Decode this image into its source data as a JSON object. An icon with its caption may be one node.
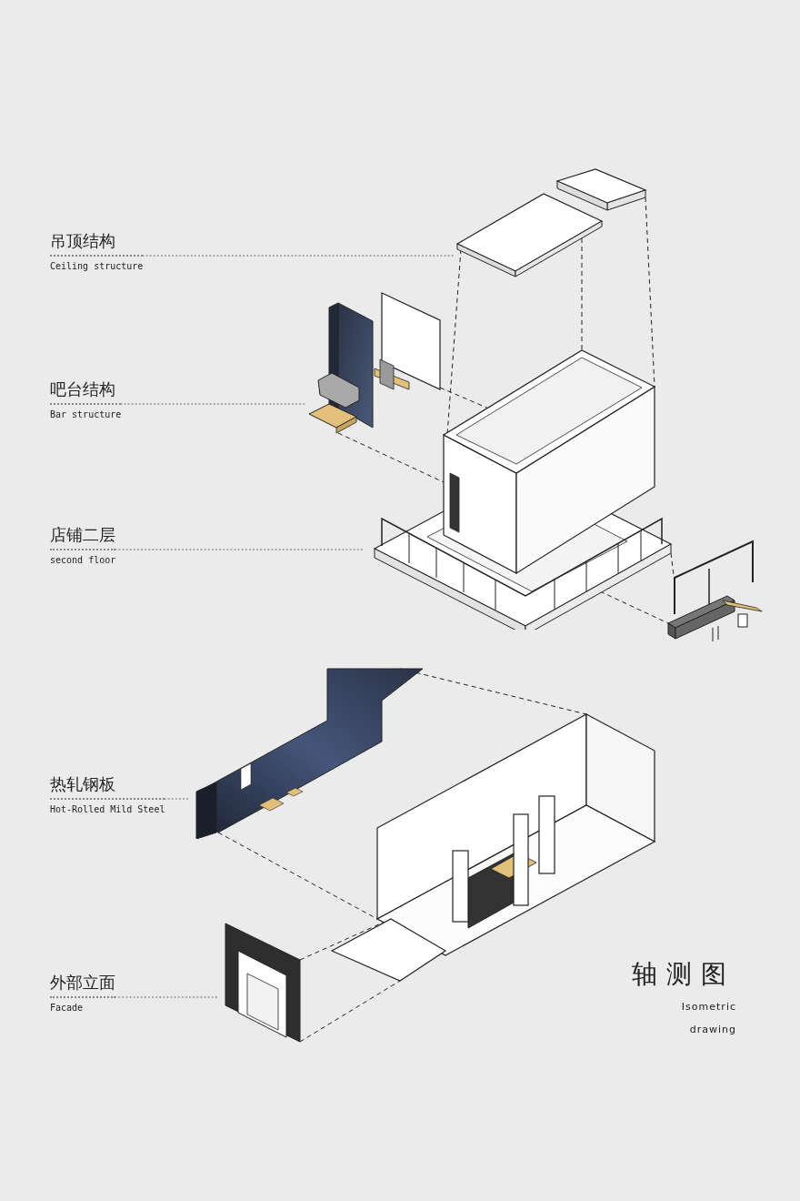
{
  "diagram": {
    "title": "轴测图",
    "caption": "Isometric drawing",
    "nodes": [
      {
        "text": [
          "吊顶结构",
          "Ceiling structure"
        ]
      },
      {
        "text": [],
        "shape": "picture"
      },
      {
        "text": [
          "吧台结构",
          "Bar structure"
        ]
      },
      {
        "text": [],
        "shape": "picture"
      },
      {
        "text": [
          "店铺二层",
          "second floor"
        ]
      },
      {
        "text": [],
        "shape": "picture"
      },
      {
        "text": [
          "热轧钢板",
          "Hot-Rolled Mild Steel"
        ]
      },
      {
        "text": [],
        "shape": "picture"
      },
      {
        "text": [
          "外部立面",
          "Facade"
        ]
      },
      {
        "text": [],
        "shape": "picture"
      },
      {
        "text": [],
        "shape": "picture"
      },
      {
        "text": [],
        "shape": "picture"
      }
    ],
    "edges": [
      {
        "from": 0,
        "to": 1,
        "arrow": "none",
        "color": "#999999"
      },
      {
        "from": 2,
        "to": 3,
        "arrow": "none",
        "color": "#999999"
      },
      {
        "from": 4,
        "to": 5,
        "arrow": "none",
        "color": "#999999"
      },
      {
        "from": 6,
        "to": 7,
        "arrow": "none",
        "color": "#999999"
      },
      {
        "from": 8,
        "to": 9,
        "arrow": "none",
        "color": "#999999"
      },
      {
        "from": 1,
        "to": 5,
        "arrow": "none",
        "style": "dashed"
      },
      {
        "from": 1,
        "to": 5,
        "arrow": "none",
        "style": "dashed"
      },
      {
        "from": 1,
        "to": 5,
        "arrow": "none",
        "style": "dashed"
      },
      {
        "from": 3,
        "to": 5,
        "arrow": "none",
        "style": "dashed"
      },
      {
        "from": 3,
        "to": 5,
        "arrow": "none",
        "style": "dashed"
      },
      {
        "from": 5,
        "to": 10,
        "arrow": "none",
        "style": "dashed"
      },
      {
        "from": 5,
        "to": 10,
        "arrow": "none",
        "style": "dashed"
      },
      {
        "from": 7,
        "to": 11,
        "arrow": "none",
        "style": "dashed"
      },
      {
        "from": 7,
        "to": 11,
        "arrow": "none",
        "style": "dashed"
      },
      {
        "from": 9,
        "to": 11,
        "arrow": "none",
        "style": "dashed"
      },
      {
        "from": 9,
        "to": 11,
        "arrow": "none",
        "style": "dashed"
      }
    ]
  }
}
